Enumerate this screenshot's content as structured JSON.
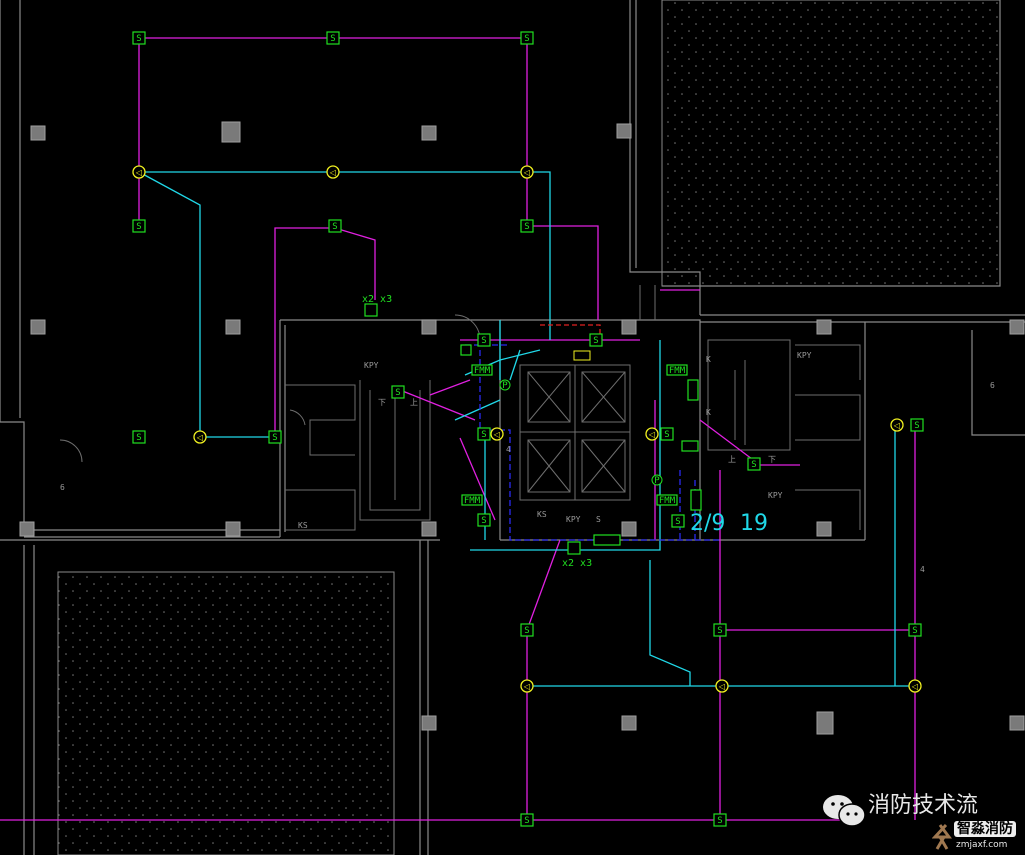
{
  "drawing": {
    "title": "Fire alarm floor plan",
    "labels": {
      "ks": "KS",
      "kpy": "KPY",
      "s": "S",
      "k": "K",
      "up": "上",
      "down": "下",
      "wire_count_top": "x2 x3",
      "wire_count_bottom": "x2 x3",
      "tag_left": "2/9",
      "tag_right": "19",
      "fmm": "FMM",
      "four": "4",
      "six": "6"
    },
    "device_symbols": {
      "smoke_detector": "S",
      "horn": "◁",
      "phone": "P"
    }
  },
  "watermark": {
    "channel": "消防技术流",
    "brand": "智淼消防",
    "site": "zmjaxf.com"
  },
  "colors": {
    "background": "#000000",
    "wall": "#8a8a8a",
    "signal_line": "#e020e0",
    "bus_line": "#20d8e8",
    "power_line": "#2a2af0",
    "device": "#20e020",
    "horn": "#f0f020"
  }
}
